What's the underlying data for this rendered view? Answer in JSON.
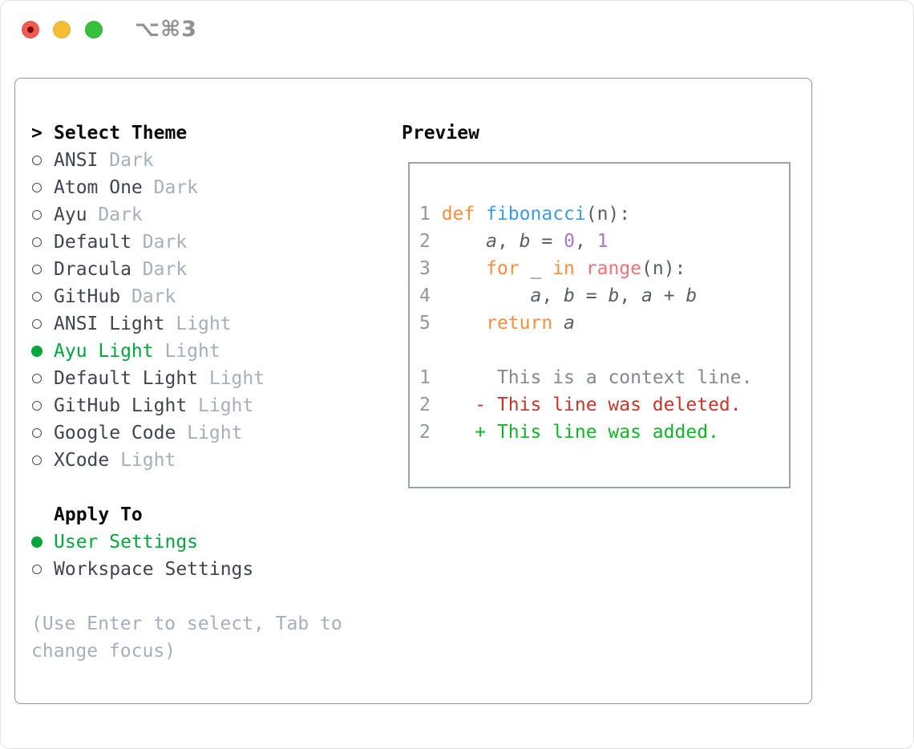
{
  "window": {
    "shortcut_label": "⌥⌘3",
    "traffic_lights": [
      "close",
      "minimize",
      "zoom"
    ]
  },
  "theme_picker": {
    "header_prefix": ">",
    "header": "Select Theme",
    "items": [
      {
        "name": "ANSI",
        "tag": "Dark",
        "selected": false
      },
      {
        "name": "Atom One",
        "tag": "Dark",
        "selected": false
      },
      {
        "name": "Ayu",
        "tag": "Dark",
        "selected": false
      },
      {
        "name": "Default",
        "tag": "Dark",
        "selected": false
      },
      {
        "name": "Dracula",
        "tag": "Dark",
        "selected": false
      },
      {
        "name": "GitHub",
        "tag": "Dark",
        "selected": false
      },
      {
        "name": "ANSI Light",
        "tag": "Light",
        "selected": false
      },
      {
        "name": "Ayu Light",
        "tag": "Light",
        "selected": true
      },
      {
        "name": "Default Light",
        "tag": "Light",
        "selected": false
      },
      {
        "name": "GitHub Light",
        "tag": "Light",
        "selected": false
      },
      {
        "name": "Google Code",
        "tag": "Light",
        "selected": false
      },
      {
        "name": "XCode",
        "tag": "Light",
        "selected": false
      }
    ],
    "apply_to": {
      "header": "Apply To",
      "options": [
        {
          "name": "User Settings",
          "selected": true
        },
        {
          "name": "Workspace Settings",
          "selected": false
        }
      ]
    },
    "hint": [
      "(Use Enter to select, Tab to",
      "change focus)"
    ]
  },
  "preview": {
    "header": "Preview",
    "lines": [
      [
        [
          "1 ",
          "ln"
        ],
        [
          "def",
          "kw"
        ],
        [
          " ",
          "fg"
        ],
        [
          "fibonacci",
          "fn"
        ],
        [
          "(n):",
          "fg"
        ]
      ],
      [
        [
          "2 ",
          "ln"
        ],
        [
          "    ",
          "fg"
        ],
        [
          "a",
          "id"
        ],
        [
          ", ",
          "fg"
        ],
        [
          "b",
          "id"
        ],
        [
          " = ",
          "fg"
        ],
        [
          "0",
          "num"
        ],
        [
          ", ",
          "fg"
        ],
        [
          "1",
          "num"
        ]
      ],
      [
        [
          "3 ",
          "ln"
        ],
        [
          "    ",
          "fg"
        ],
        [
          "for",
          "kw"
        ],
        [
          " _ ",
          "fg"
        ],
        [
          "in",
          "kw"
        ],
        [
          " ",
          "fg"
        ],
        [
          "range",
          "sp"
        ],
        [
          "(n):",
          "fg"
        ]
      ],
      [
        [
          "4 ",
          "ln"
        ],
        [
          "        ",
          "fg"
        ],
        [
          "a",
          "id"
        ],
        [
          ", ",
          "fg"
        ],
        [
          "b",
          "id"
        ],
        [
          " = ",
          "fg"
        ],
        [
          "b",
          "id"
        ],
        [
          ", ",
          "fg"
        ],
        [
          "a",
          "id"
        ],
        [
          " + ",
          "fg"
        ],
        [
          "b",
          "id"
        ]
      ],
      [
        [
          "5 ",
          "ln"
        ],
        [
          "    ",
          "fg"
        ],
        [
          "return",
          "kw"
        ],
        [
          " ",
          "fg"
        ],
        [
          "a",
          "id"
        ]
      ],
      [],
      [
        [
          "1",
          "ln"
        ],
        [
          "      ",
          "fg"
        ],
        [
          "This is ",
          "ctx"
        ],
        [
          "a",
          "ctx"
        ],
        [
          " context line.",
          "ctx"
        ]
      ],
      [
        [
          "2",
          "ln"
        ],
        [
          "    ",
          "fg"
        ],
        [
          "- This line was deleted.",
          "del"
        ]
      ],
      [
        [
          "2",
          "ln"
        ],
        [
          "    ",
          "fg"
        ],
        [
          "+ This line was added.",
          "add"
        ]
      ]
    ]
  },
  "colors": {
    "selGreen": "#00a73c",
    "headerFg": "#0b0b0b",
    "itemFg": "#3e454f",
    "tagFg": "#a6afbc",
    "hintFg": "#a6afbc",
    "radioRing": "#454c55",
    "panelBorder": "#8e98a6",
    "previewBorder": "#9aa4b1",
    "codeFg": "#565e66",
    "gutter": "#8f98a2",
    "kwOrange": "#fa8d3e",
    "fnBlue": "#399ee6",
    "numPurple": "#a37acc",
    "rangeCoral": "#f07178",
    "ctxGray": "#82898f",
    "delRed": "#c7362b",
    "addGreen": "#0fb626",
    "trafficRed": "#f15b51",
    "trafficRedDot": "#760c0c",
    "trafficYellow": "#f6bd33",
    "trafficGreen": "#36c03c",
    "titleGray": "#8f8f94"
  }
}
